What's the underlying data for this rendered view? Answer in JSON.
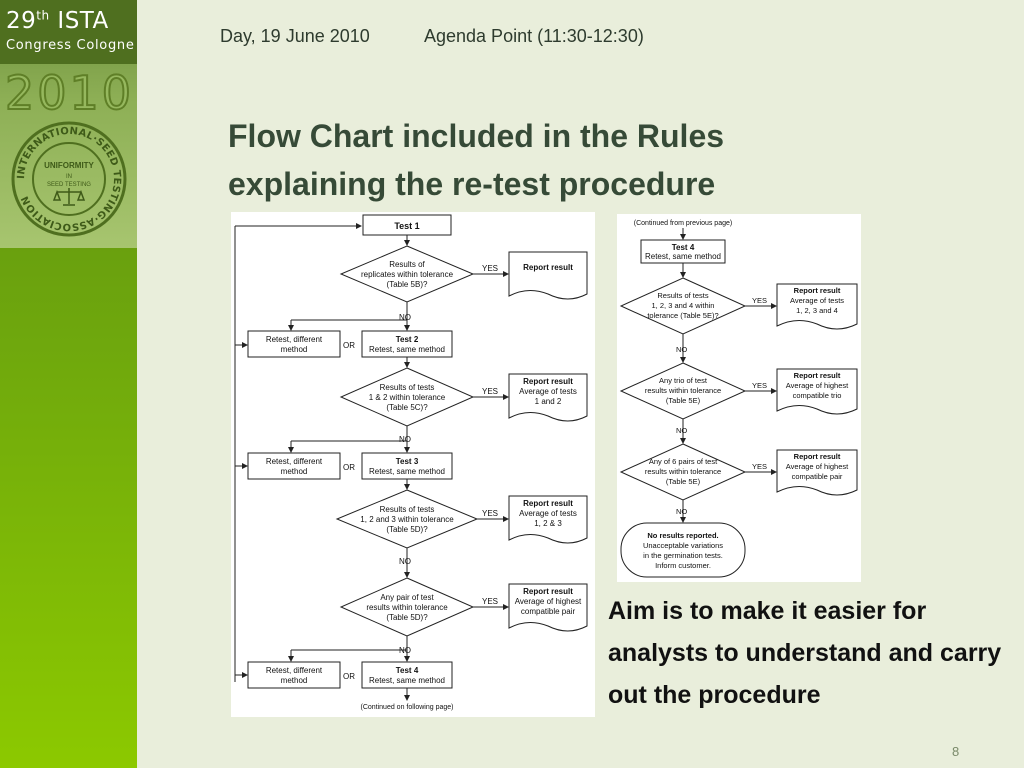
{
  "sidebar": {
    "congress_number": "29",
    "congress_suffix": "th",
    "congress_org": "ISTA",
    "congress_subtitle": "Congress Cologne",
    "year": "2010",
    "seal": {
      "ring_text": "INTERNATIONAL·SEED TESTING·ASSOCIATION",
      "center_top": "UNIFORMITY",
      "center_mid": "IN",
      "center_bottom": "SEED TESTING"
    }
  },
  "header": {
    "date": "Day, 19 June 2010",
    "agenda": "Agenda Point (11:30-12:30)"
  },
  "title": {
    "line1": "Flow Chart included in the Rules",
    "line2": "explaining the re-test procedure"
  },
  "flow_left": {
    "test1": "Test 1",
    "d1": [
      "Results of",
      "replicates within tolerance",
      "(Table 5B)?"
    ],
    "report1": [
      "Report result"
    ],
    "alt1": [
      "Retest, different",
      "method"
    ],
    "test2": [
      "Test 2",
      "Retest, same method"
    ],
    "d2": [
      "Results of tests",
      "1 & 2 within tolerance",
      "(Table 5C)?"
    ],
    "report2": [
      "Report result",
      "Average of tests",
      "1 and 2"
    ],
    "alt2": [
      "Retest, different",
      "method"
    ],
    "test3": [
      "Test 3",
      "Retest, same method"
    ],
    "d3": [
      "Results of tests",
      "1, 2 and 3 within tolerance",
      "(Table 5D)?"
    ],
    "report3": [
      "Report result",
      "Average of tests",
      "1, 2 & 3"
    ],
    "d4": [
      "Any pair of test",
      "results within tolerance",
      "(Table 5D)?"
    ],
    "report4": [
      "Report result",
      "Average of highest",
      "compatible pair"
    ],
    "alt3": [
      "Retest, different",
      "method"
    ],
    "test4": [
      "Test 4",
      "Retest, same method"
    ],
    "continued": "(Continued on following page)"
  },
  "flow_right": {
    "continued": "(Continued from previous page)",
    "test4": [
      "Test 4",
      "Retest, same method"
    ],
    "d1": [
      "Results of tests",
      "1, 2, 3 and 4 within",
      "tolerance (Table 5E)?"
    ],
    "report1": [
      "Report result",
      "Average of tests",
      "1, 2, 3 and 4"
    ],
    "d2": [
      "Any trio of test",
      "results within tolerance",
      "(Table 5E)"
    ],
    "report2": [
      "Report result",
      "Average of highest",
      "compatible trio"
    ],
    "d3": [
      "Any of 6 pairs of test",
      "results within tolerance",
      "(Table 5E)"
    ],
    "report3": [
      "Report result",
      "Average of highest",
      "compatible pair"
    ],
    "final": [
      "No results reported.",
      "Unacceptable variations",
      "in the germination tests.",
      "Inform customer."
    ]
  },
  "labels": {
    "yes": "YES",
    "no": "NO",
    "or": "OR"
  },
  "aim": "Aim is to make it easier for analysts to understand and carry out the procedure",
  "page_number": "8"
}
